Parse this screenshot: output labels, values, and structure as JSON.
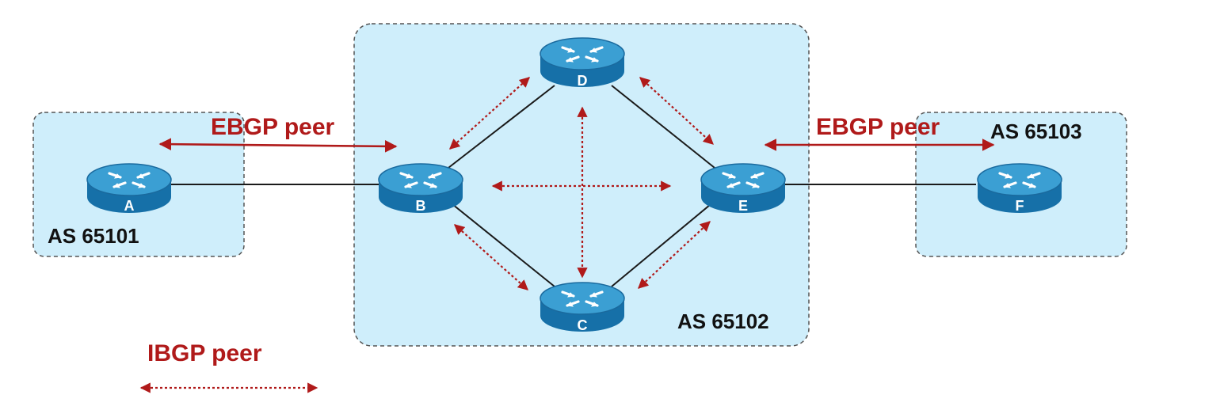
{
  "colors": {
    "as_fill": "#cfeefb",
    "as_border": "#555555",
    "router_top": "#3b9fd3",
    "router_side": "#1670a8",
    "link": "#1a1a1a",
    "peer": "#b01a1a"
  },
  "autonomous_systems": [
    {
      "id": "as65101",
      "label": "AS 65101"
    },
    {
      "id": "as65102",
      "label": "AS 65102"
    },
    {
      "id": "as65103",
      "label": "AS 65103"
    }
  ],
  "routers": [
    {
      "id": "A",
      "label": "A",
      "icon": "router-icon"
    },
    {
      "id": "B",
      "label": "B",
      "icon": "router-icon"
    },
    {
      "id": "C",
      "label": "C",
      "icon": "router-icon"
    },
    {
      "id": "D",
      "label": "D",
      "icon": "router-icon"
    },
    {
      "id": "E",
      "label": "E",
      "icon": "router-icon"
    },
    {
      "id": "F",
      "label": "F",
      "icon": "router-icon"
    }
  ],
  "links": [
    {
      "from": "A",
      "to": "B"
    },
    {
      "from": "B",
      "to": "D"
    },
    {
      "from": "D",
      "to": "E"
    },
    {
      "from": "B",
      "to": "C"
    },
    {
      "from": "C",
      "to": "E"
    },
    {
      "from": "E",
      "to": "F"
    }
  ],
  "labels": {
    "ebgp_left": "EBGP peer",
    "ebgp_right": "EBGP peer",
    "ibgp_legend": "IBGP peer"
  }
}
